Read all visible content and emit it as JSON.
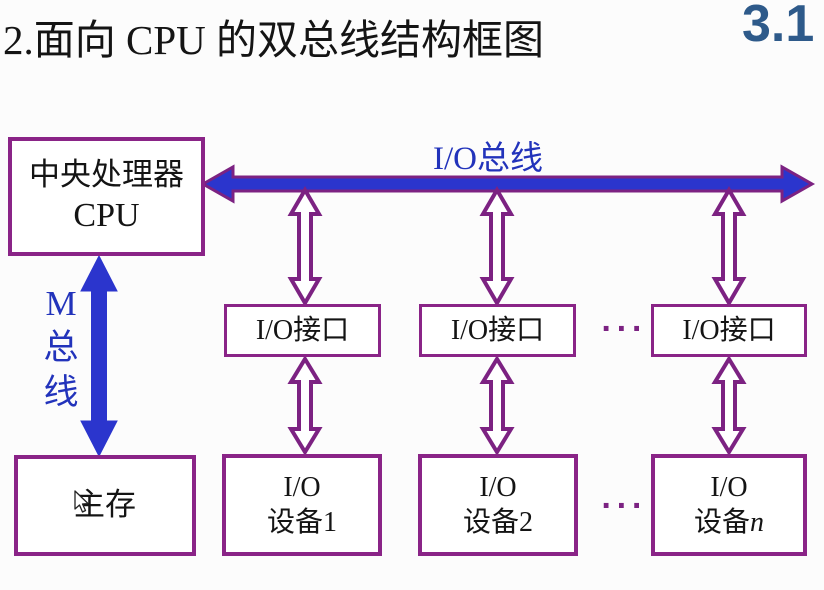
{
  "title": "2.面向 CPU 的双总线结构框图",
  "corner_badge": "3.1",
  "buses": {
    "io_bus_label": "I/O总线",
    "m_bus_label": [
      "M",
      "总",
      "线"
    ]
  },
  "nodes": {
    "cpu": {
      "line1": "中央处理器",
      "line2": "CPU"
    },
    "memory": "主存",
    "interfaces": [
      "I/O接口",
      "I/O接口",
      "I/O接口"
    ],
    "devices": [
      {
        "line1": "I/O",
        "line2": "设备1",
        "n": ""
      },
      {
        "line1": "I/O",
        "line2": "设备2",
        "n": ""
      },
      {
        "line1": "I/O",
        "line2": "设备",
        "n": "n"
      }
    ]
  },
  "ellipsis": "···",
  "colors": {
    "background": "#fcfcfc",
    "title_black": "#141414",
    "badge_blue": "#2e5a8a",
    "box_border": "#8a2487",
    "arrow_purple": "#7c2282",
    "bus_blue": "#2b35cd",
    "label_blue": "#2233bb"
  }
}
